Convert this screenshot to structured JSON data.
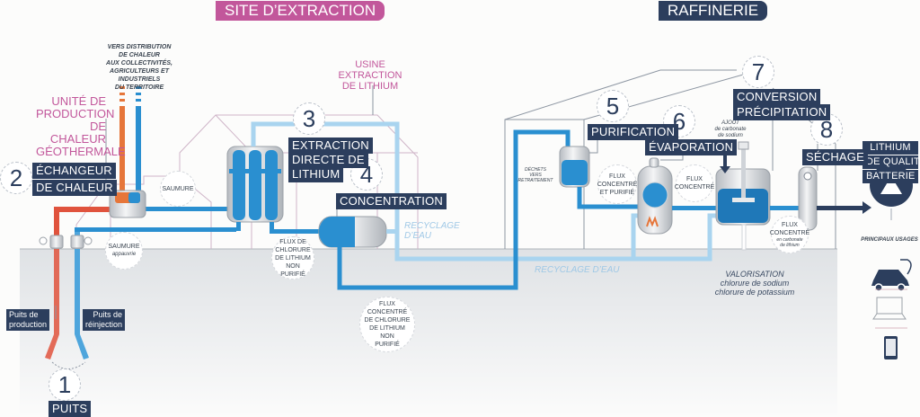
{
  "headers": {
    "extraction_site": "SITE D’EXTRACTION",
    "refinery": "RAFFINERIE"
  },
  "steps": [
    {
      "number": "1",
      "label": [
        "PUITS"
      ]
    },
    {
      "number": "2",
      "label": [
        "ÉCHANGEUR",
        "DE CHALEUR"
      ]
    },
    {
      "number": "3",
      "label": [
        "EXTRACTION",
        "DIRECTE DE",
        "LITHIUM"
      ]
    },
    {
      "number": "4",
      "label": [
        "CONCENTRATION"
      ]
    },
    {
      "number": "5",
      "label": [
        "PURIFICATION"
      ]
    },
    {
      "number": "6",
      "label": [
        "ÉVAPORATION"
      ]
    },
    {
      "number": "7",
      "label": [
        "CONVERSION",
        "PRÉCIPITATION"
      ]
    },
    {
      "number": "8",
      "label": [
        "SÉCHAGE"
      ]
    }
  ],
  "wells": {
    "production": [
      "Puits de",
      "production"
    ],
    "reinjection": [
      "Puits de",
      "réinjection"
    ]
  },
  "annotations": {
    "heat_distribution": [
      "VERS DISTRIBUTION",
      "DE CHALEUR",
      "AUX COLLECTIVITÉS,",
      "AGRICULTEURS ET INDUSTRIELS",
      "DU TERRITOIRE"
    ],
    "geothermal_unit": [
      "UNITÉ DE",
      "PRODUCTION",
      "DE CHALEUR",
      "GÉOTHERMALE"
    ],
    "lithium_plant": [
      "USINE",
      "EXTRACTION",
      "DE LITHIUM"
    ],
    "waste": [
      "DÉCHETS",
      "VERS",
      "RETRAITEMENT"
    ],
    "sodium_carbonate": [
      "AJOUT",
      "de carbonate",
      "de sodium"
    ],
    "recycling_water_1": [
      "RECYCLAGE",
      "D’EAU"
    ],
    "recycling_water_2": "RECYCLAGE D’EAU",
    "valorisation": [
      "VALORISATION",
      "chlorure de sodium",
      "chlorure de potassium"
    ],
    "main_uses": "PRINCIPAUX USAGES",
    "final_product": [
      "LITHIUM",
      "DE QUALITÉ",
      "BATTERIE"
    ]
  },
  "bubbles": {
    "saumure": [
      "SAUMURE"
    ],
    "saumure_appauvrie": [
      "SAUMURE",
      "appauvrie"
    ],
    "flux_chlorure": [
      "FLUX DE",
      "CHLORURE",
      "DE LITHIUM",
      "NON",
      "PURIFIÉ"
    ],
    "flux_concentre_chlorure": [
      "FLUX",
      "CONCENTRÉ",
      "DE CHLORURE",
      "DE LITHIUM",
      "NON",
      "PURIFIÉ"
    ],
    "flux_concentre_purifie": [
      "FLUX",
      "CONCENTRÉ",
      "ET PURIFIÉ"
    ],
    "flux_concentre": [
      "FLUX",
      "CONCENTRÉ"
    ],
    "flux_carbonate": [
      "FLUX",
      "CONCENTRÉ",
      "en carbonate",
      "de lithium"
    ]
  },
  "uses_icons": [
    "car-icon",
    "laptop-icon",
    "smartphone-icon"
  ],
  "colors": {
    "navy": "#2c3e5d",
    "pink": "#c2579b",
    "brine_blue": "#2a8fd0",
    "light_blue": "#a9d4ef",
    "hot_orange": "#e6763a",
    "hot_red": "#e0533d",
    "ground": "#e4e7ea"
  }
}
